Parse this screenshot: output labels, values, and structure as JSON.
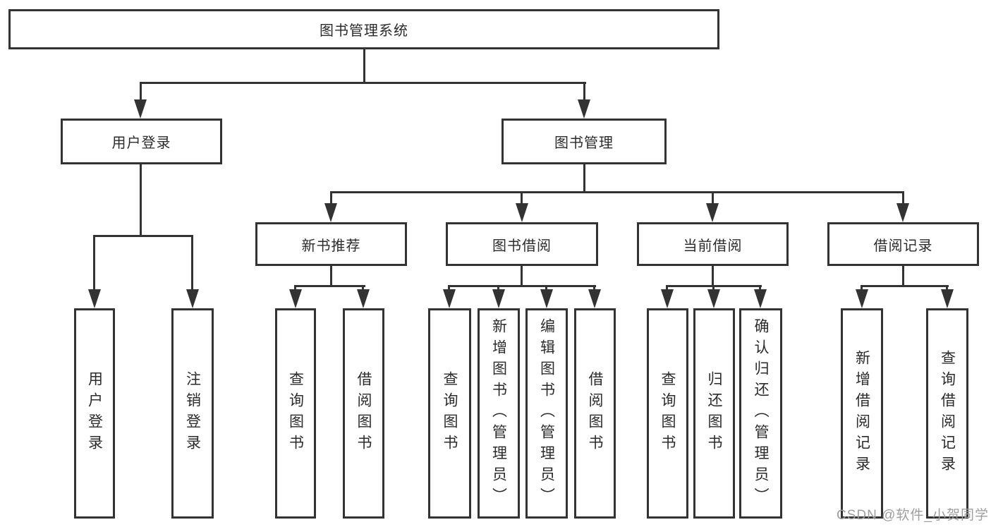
{
  "tree": {
    "root": {
      "label": "图书管理系统"
    },
    "branches": [
      {
        "label": "用户登录",
        "leaves": [
          {
            "label": "用户登录"
          },
          {
            "label": "注销登录"
          }
        ]
      },
      {
        "label": "图书管理",
        "groups": [
          {
            "label": "新书推荐",
            "leaves": [
              {
                "label": "查询图书"
              },
              {
                "label": "借阅图书"
              }
            ]
          },
          {
            "label": "图书借阅",
            "leaves": [
              {
                "label": "查询图书"
              },
              {
                "label": "新增图书（管理员）"
              },
              {
                "label": "编辑图书（管理员）"
              },
              {
                "label": "借阅图书"
              }
            ]
          },
          {
            "label": "当前借阅",
            "leaves": [
              {
                "label": "查询图书"
              },
              {
                "label": "归还图书"
              },
              {
                "label": "确认归还（管理员）"
              }
            ]
          },
          {
            "label": "借阅记录",
            "leaves": [
              {
                "label": "新增借阅记录"
              },
              {
                "label": "查询借阅记录"
              }
            ]
          }
        ]
      }
    ]
  },
  "watermark": {
    "text": "CSDN @软件_小贺同学"
  },
  "colors": {
    "line": "#333333",
    "text": "#2b2b2b",
    "background": "#ffffff",
    "watermark": "#9e9e9e"
  }
}
